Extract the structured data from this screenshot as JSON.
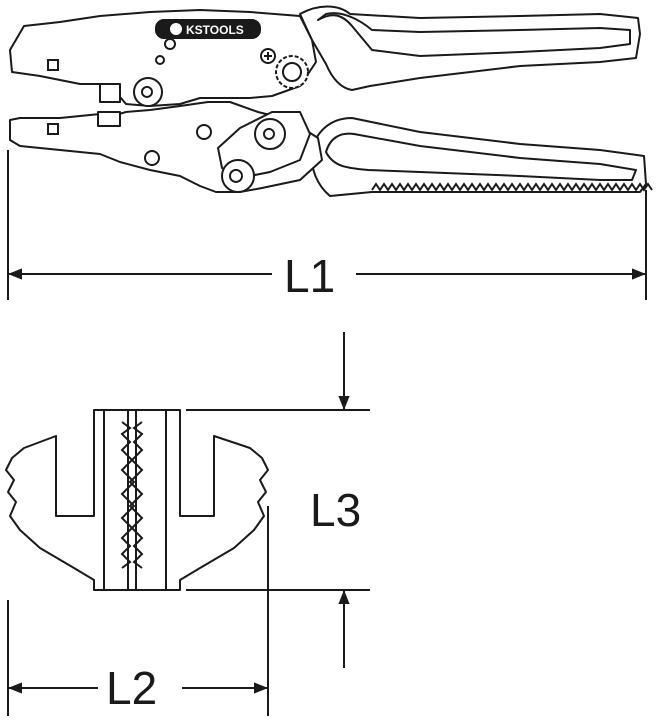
{
  "brand": {
    "logo_text": "KSTOOLS"
  },
  "dimensions": {
    "l1": "L1",
    "l2": "L2",
    "l3": "L3"
  },
  "colors": {
    "line": "#1a1a1a",
    "fill": "#ffffff"
  }
}
